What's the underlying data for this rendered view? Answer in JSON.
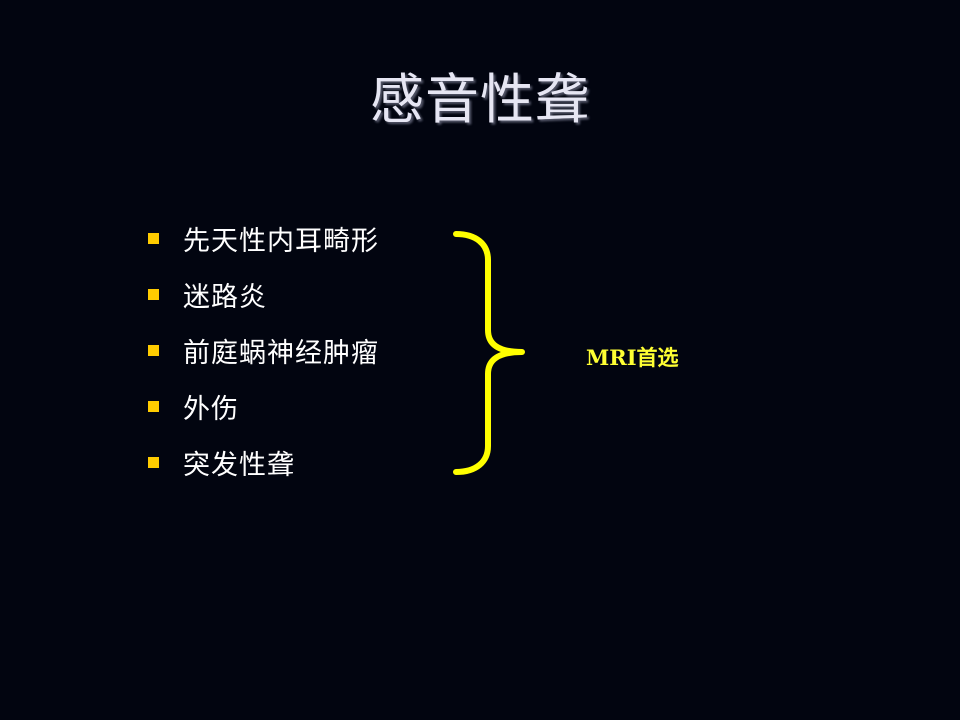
{
  "slide": {
    "title": "感音性聋",
    "bullets": [
      "先天性内耳畸形",
      "迷路炎",
      "前庭蜗神经肿瘤",
      "外伤",
      "突发性聋"
    ],
    "note": "MRI首选",
    "colors": {
      "background": "#020510",
      "title": "#e6e6f3",
      "bullet_marker": "#ffcc00",
      "bullet_text": "#ffffff",
      "brace": "#ffff00",
      "note": "#ffff33"
    },
    "icons": {
      "bullet": "square-bullet-icon",
      "brace": "right-curly-brace-icon"
    }
  }
}
